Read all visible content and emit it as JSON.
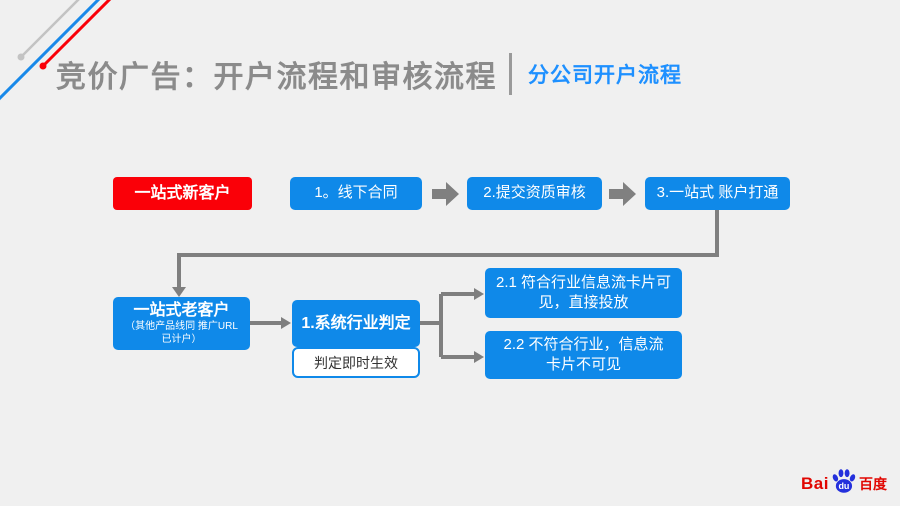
{
  "title": {
    "main": "竞价广告：开户流程和审核流程",
    "sub": "分公司开户流程"
  },
  "flow_top": {
    "start": "一站式新客户",
    "steps": [
      "1。线下合同",
      "2.提交资质审核",
      "3.一站式 账户打通"
    ]
  },
  "flow_bottom": {
    "start_title": "一站式老客户",
    "start_note": "（其他产品线同 推广URL 已计户）",
    "judge": "1.系统行业判定",
    "judge_note": "判定即时生效",
    "outcome1": "2.1 符合行业信息流卡片可见，直接投放",
    "outcome2": "2.2 不符合行业，信息流卡片不可见"
  },
  "logo": {
    "bai": "Bai",
    "du": "du",
    "cn": "百度"
  },
  "colors": {
    "accent_blue": "#0f89e9",
    "accent_red": "#fa0008",
    "title_gray": "#8b8b8b",
    "subtitle_blue": "#1e90ff",
    "connector_gray": "#7f7f7f",
    "background": "#f0f0f0"
  }
}
